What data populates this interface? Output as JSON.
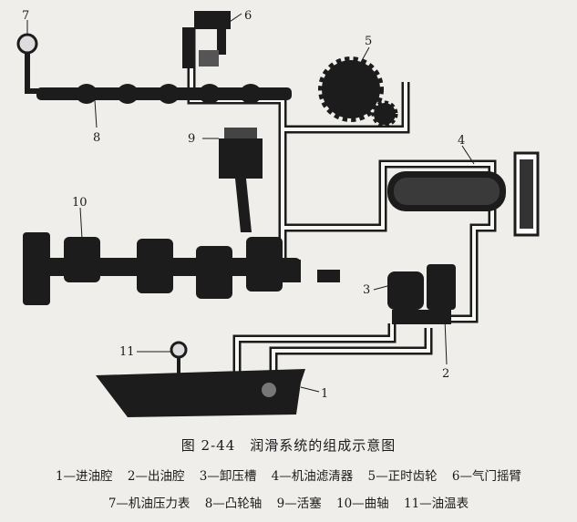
{
  "figure": {
    "caption": "图 2-44　润滑系统的组成示意图",
    "callouts": [
      "1",
      "2",
      "3",
      "4",
      "5",
      "6",
      "7",
      "8",
      "9",
      "10",
      "11"
    ],
    "legend_row1": [
      "1—进油腔",
      "2—出油腔",
      "3—卸压槽",
      "4—机油滤清器",
      "5—正时齿轮",
      "6—气门摇臂"
    ],
    "legend_row2": [
      "7—机油压力表",
      "8—凸轮轴",
      "9—活塞",
      "10—曲轴",
      "11—油温表"
    ]
  },
  "colors": {
    "ink": "#1c1c1c",
    "paper": "#efeeea",
    "pipe": "#f7f7f4"
  }
}
